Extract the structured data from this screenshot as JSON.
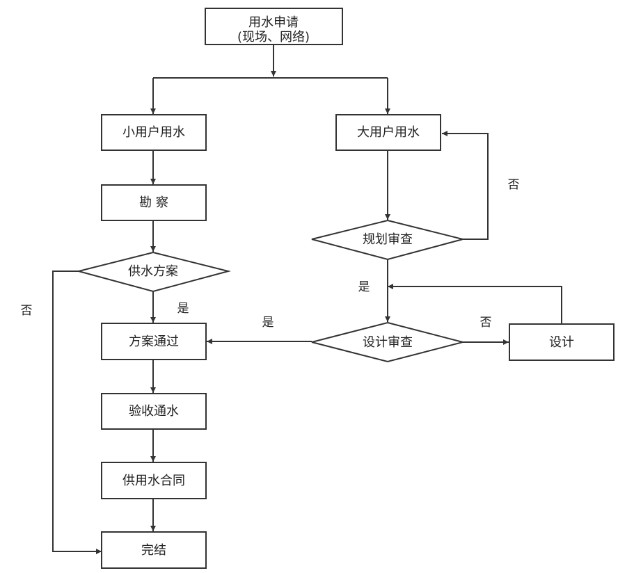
{
  "nodes": {
    "apply_line1": "用水申请",
    "apply_line2": "(现场、网络)",
    "small_user": "小用户用水",
    "big_user": "大用户用水",
    "survey": "勘 察",
    "plan_review": "规划审查",
    "supply_plan": "供水方案",
    "design_review": "设计审查",
    "design": "设计",
    "plan_pass": "方案通过",
    "accept": "验收通水",
    "contract": "供用水合同",
    "finish": "完结"
  },
  "edges": {
    "plan_review_no": "否",
    "plan_review_yes": "是",
    "supply_plan_yes": "是",
    "supply_plan_no": "否",
    "design_review_yes": "是",
    "design_review_no": "否"
  },
  "colors": {
    "stroke": "#333333",
    "fill": "#ffffff",
    "text": "#222222"
  }
}
